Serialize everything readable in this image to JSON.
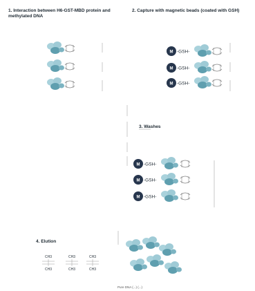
{
  "steps": [
    {
      "title": "1. Interaction between H6-GST-MBD protein and methylated DNA"
    },
    {
      "title": "2. Capture with magnetic beads (coated with GSH)"
    },
    {
      "title": "3. Washes"
    },
    {
      "title": "4. Elution"
    }
  ],
  "bead_label": "M",
  "gsh_label": "-GSH-",
  "methyl_top": "CH3",
  "methyl_bottom": "CH3",
  "caption": "Pure DNA (...) (...)",
  "colors": {
    "protein_light": "#a9d2dc",
    "protein_dark": "#5f9faf",
    "bead": "#27364d",
    "line": "#c8c8c8",
    "text": "#1f2a33"
  }
}
